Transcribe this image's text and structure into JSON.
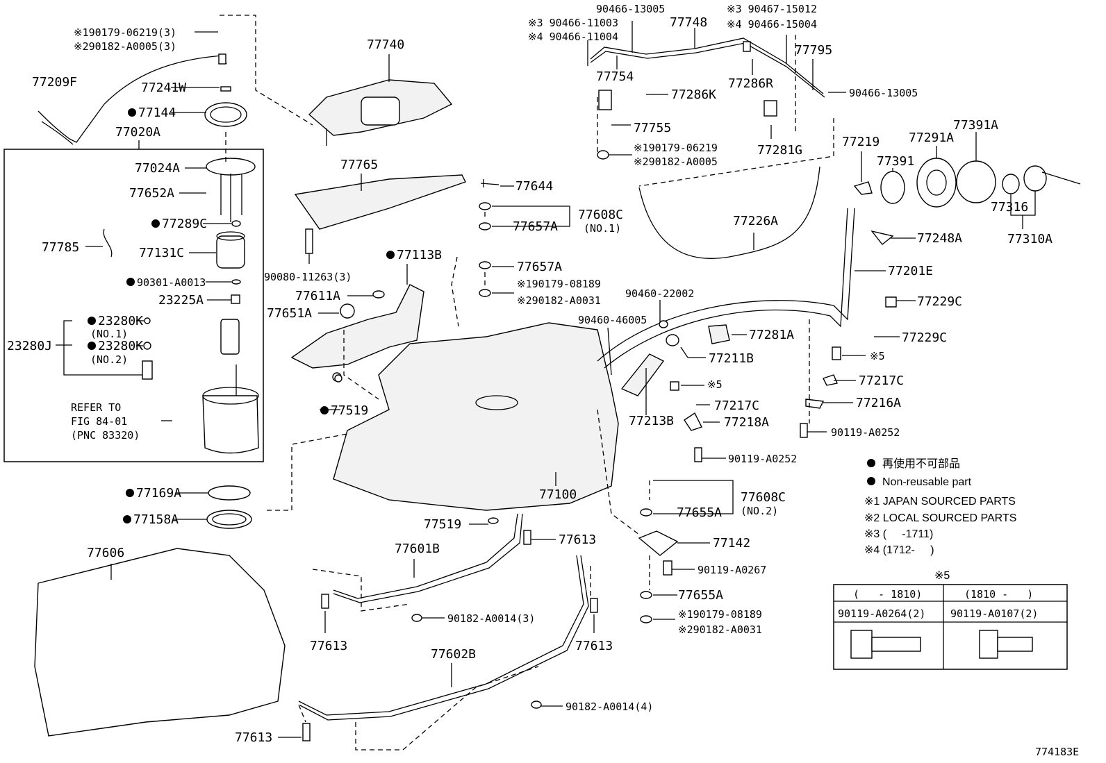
{
  "diagram_id": "774183E",
  "legend": {
    "jp": "再使用不可部品",
    "en": "Non-reusable part",
    "notes": [
      "※1 JAPAN SOURCED PARTS",
      "※2 LOCAL SOURCED PARTS",
      "※3 (     -1711)",
      "※4 (1712-     )"
    ]
  },
  "note5_table": {
    "title": "※5",
    "headers": [
      "(   - 1810)",
      "(1810 -   )"
    ],
    "parts": [
      "90119-A0264(2)",
      "90119-A0107(2)"
    ]
  },
  "callouts": [
    {
      "text": "※190179-06219(3)"
    },
    {
      "text": "※290182-A0005(3)"
    },
    {
      "text": "77209F"
    },
    {
      "text": "77241W"
    },
    {
      "text": "77144"
    },
    {
      "text": "77020A"
    },
    {
      "text": "77024A"
    },
    {
      "text": "77652A"
    },
    {
      "text": "77289C"
    },
    {
      "text": "77785"
    },
    {
      "text": "77131C"
    },
    {
      "text": "90301-A0013"
    },
    {
      "text": "23225A"
    },
    {
      "text": "23280K"
    },
    {
      "text": "(NO.1)"
    },
    {
      "text": "23280J"
    },
    {
      "text": "23280K"
    },
    {
      "text": "(NO.2)"
    },
    {
      "text": "REFER TO"
    },
    {
      "text": "FIG 84-01"
    },
    {
      "text": "(PNC 83320)"
    },
    {
      "text": "77169A"
    },
    {
      "text": "77158A"
    },
    {
      "text": "77606"
    },
    {
      "text": "77740"
    },
    {
      "text": "77765"
    },
    {
      "text": "90080-11263(3)"
    },
    {
      "text": "77113B"
    },
    {
      "text": "77611A"
    },
    {
      "text": "77651A"
    },
    {
      "text": "77519"
    },
    {
      "text": "77644"
    },
    {
      "text": "77608C"
    },
    {
      "text": "(NO.1)"
    },
    {
      "text": "77657A"
    },
    {
      "text": "77657A"
    },
    {
      "text": "※190179-08189"
    },
    {
      "text": "※290182-A0031"
    },
    {
      "text": "90466-13005"
    },
    {
      "text": "※3 90466-11003"
    },
    {
      "text": "※4 90466-11004"
    },
    {
      "text": "77748"
    },
    {
      "text": "※3 90467-15012"
    },
    {
      "text": "※4 90466-15004"
    },
    {
      "text": "77795"
    },
    {
      "text": "77754"
    },
    {
      "text": "77286R"
    },
    {
      "text": "90466-13005"
    },
    {
      "text": "77286K"
    },
    {
      "text": "77755"
    },
    {
      "text": "※190179-06219"
    },
    {
      "text": "※290182-A0005"
    },
    {
      "text": "77281G"
    },
    {
      "text": "77219"
    },
    {
      "text": "77291A"
    },
    {
      "text": "77391A"
    },
    {
      "text": "77391"
    },
    {
      "text": "77226A"
    },
    {
      "text": "77316"
    },
    {
      "text": "77310A"
    },
    {
      "text": "77248A"
    },
    {
      "text": "77201E"
    },
    {
      "text": "90460-22002"
    },
    {
      "text": "77229C"
    },
    {
      "text": "90460-46005"
    },
    {
      "text": "77281A"
    },
    {
      "text": "77229C"
    },
    {
      "text": "77211B"
    },
    {
      "text": "※5"
    },
    {
      "text": "※5"
    },
    {
      "text": "77217C"
    },
    {
      "text": "77217C"
    },
    {
      "text": "77213B"
    },
    {
      "text": "77218A"
    },
    {
      "text": "77216A"
    },
    {
      "text": "90119-A0252"
    },
    {
      "text": "90119-A0252"
    },
    {
      "text": "77100"
    },
    {
      "text": "77608C"
    },
    {
      "text": "77655A"
    },
    {
      "text": "(NO.2)"
    },
    {
      "text": "77519"
    },
    {
      "text": "77142"
    },
    {
      "text": "77613"
    },
    {
      "text": "77601B"
    },
    {
      "text": "90119-A0267"
    },
    {
      "text": "77655A"
    },
    {
      "text": "※190179-08189"
    },
    {
      "text": "※290182-A0031"
    },
    {
      "text": "90182-A0014(3)"
    },
    {
      "text": "77613"
    },
    {
      "text": "77613"
    },
    {
      "text": "77602B"
    },
    {
      "text": "90182-A0014(4)"
    },
    {
      "text": "77613"
    }
  ]
}
